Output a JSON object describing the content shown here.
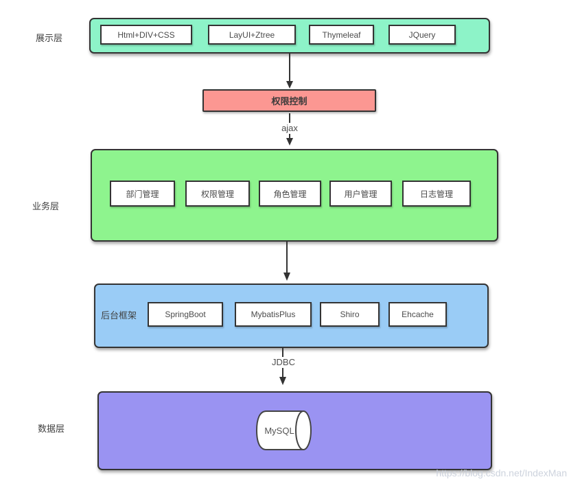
{
  "layers": {
    "presentation": {
      "label": "展示层",
      "fill": "#8DF3C8",
      "items": [
        "Html+DIV+CSS",
        "LayUI+Ztree",
        "Thymeleaf",
        "JQuery"
      ]
    },
    "permission": {
      "label": "权限控制",
      "fill": "#FC9792"
    },
    "business": {
      "label": "业务层",
      "fill": "#8EF48E",
      "items": [
        "部门管理",
        "权限管理",
        "角色管理",
        "用户管理",
        "日志管理"
      ]
    },
    "backend": {
      "label": "后台框架",
      "fill": "#9ACCF6",
      "items": [
        "SpringBoot",
        "MybatisPlus",
        "Shiro",
        "Ehcache"
      ]
    },
    "data": {
      "label": "数据层",
      "fill": "#9A93F2",
      "database": "MySQL"
    }
  },
  "connectors": {
    "ajax": "ajax",
    "jdbc": "JDBC"
  },
  "watermark": "https://blog.csdn.net/IndexMan",
  "colors": {
    "border": "#333333",
    "arrow": "#333333",
    "node_background": "#ffffff"
  }
}
